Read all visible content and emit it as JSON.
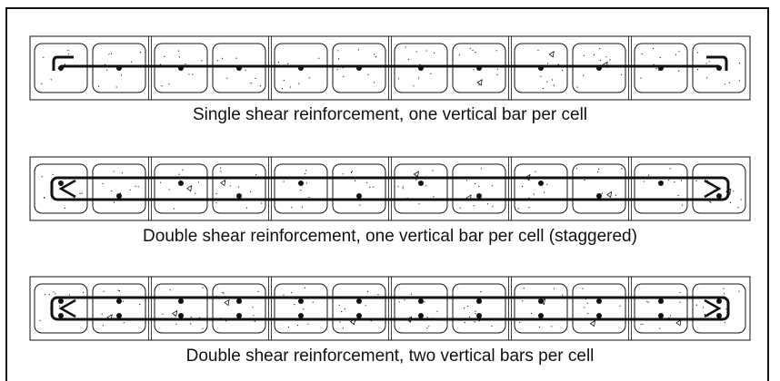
{
  "figure": {
    "panels": [
      {
        "id": "single",
        "caption": "Single shear reinforcement, one vertical bar per cell",
        "shear_legs": 1,
        "bars_per_cell": 1,
        "staggered": false
      },
      {
        "id": "double-staggered",
        "caption": "Double shear reinforcement, one vertical bar per cell (staggered)",
        "shear_legs": 2,
        "bars_per_cell": 1,
        "staggered": true
      },
      {
        "id": "double-two-bars",
        "caption": "Double shear reinforcement, two vertical bars per cell",
        "shear_legs": 2,
        "bars_per_cell": 2,
        "staggered": false
      }
    ],
    "units_per_wall": 6,
    "cells_per_unit": 2,
    "colors": {
      "line": "#111111",
      "background": "#ffffff"
    }
  }
}
